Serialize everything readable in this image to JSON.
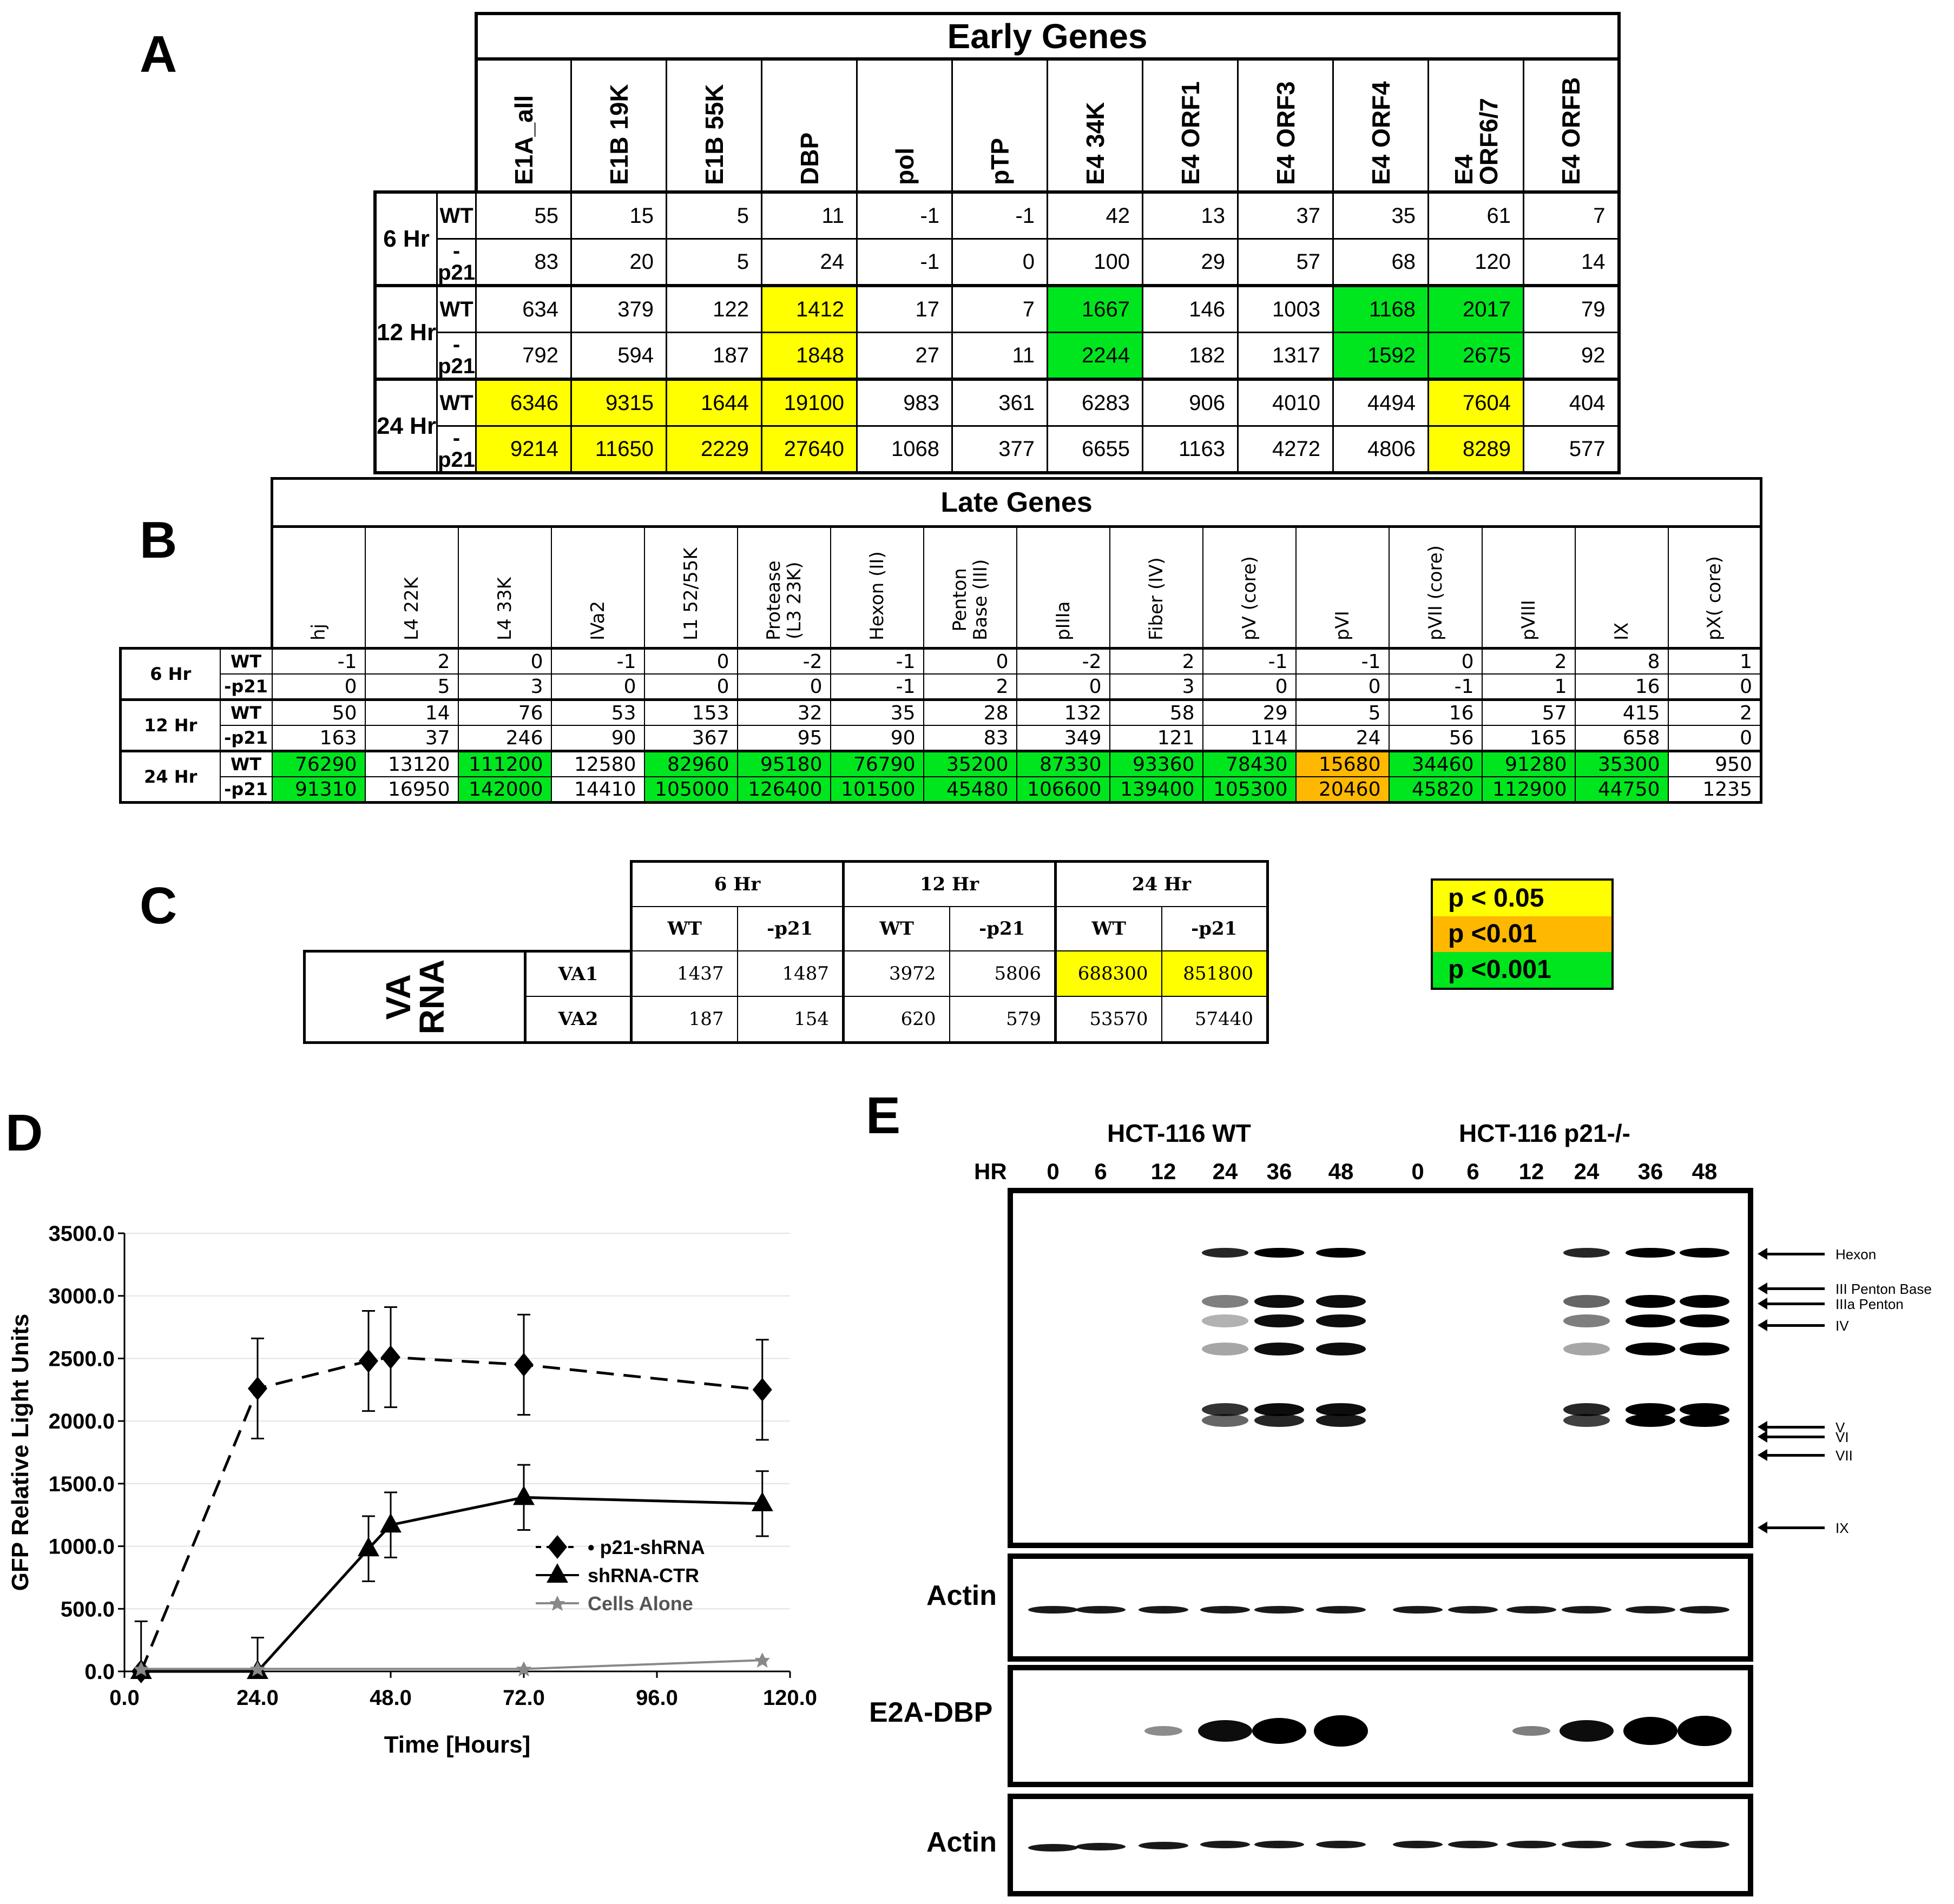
{
  "panels": {
    "A": "A",
    "B": "B",
    "C": "C",
    "D": "D",
    "E": "E"
  },
  "tableA": {
    "title": "Early Genes",
    "columns": [
      "E1A_all",
      "E1B 19K",
      "E1B 55K",
      "DBP",
      "pol",
      "pTP",
      "E4 34K",
      "E4 ORF1",
      "E4 ORF3",
      "E4 ORF4",
      "E4\nORF6/7",
      "E4 ORFB"
    ],
    "groups": [
      {
        "time": "6 Hr",
        "rows": [
          {
            "strain": "WT",
            "values": [
              "55",
              "15",
              "5",
              "11",
              "-1",
              "-1",
              "42",
              "13",
              "37",
              "35",
              "61",
              "7"
            ],
            "hl": [
              "",
              "",
              "",
              "",
              "",
              "",
              "",
              "",
              "",
              "",
              "",
              ""
            ]
          },
          {
            "strain": "-\np21",
            "values": [
              "83",
              "20",
              "5",
              "24",
              "-1",
              "0",
              "100",
              "29",
              "57",
              "68",
              "120",
              "14"
            ],
            "hl": [
              "",
              "",
              "",
              "",
              "",
              "",
              "",
              "",
              "",
              "",
              "",
              ""
            ]
          }
        ]
      },
      {
        "time": "12 Hr",
        "rows": [
          {
            "strain": "WT",
            "values": [
              "634",
              "379",
              "122",
              "1412",
              "17",
              "7",
              "1667",
              "146",
              "1003",
              "1168",
              "2017",
              "79"
            ],
            "hl": [
              "",
              "",
              "",
              "y",
              "",
              "",
              "g",
              "",
              "",
              "g",
              "g",
              ""
            ]
          },
          {
            "strain": "-\np21",
            "values": [
              "792",
              "594",
              "187",
              "1848",
              "27",
              "11",
              "2244",
              "182",
              "1317",
              "1592",
              "2675",
              "92"
            ],
            "hl": [
              "",
              "",
              "",
              "y",
              "",
              "",
              "g",
              "",
              "",
              "g",
              "g",
              ""
            ]
          }
        ]
      },
      {
        "time": "24 Hr",
        "rows": [
          {
            "strain": "WT",
            "values": [
              "6346",
              "9315",
              "1644",
              "19100",
              "983",
              "361",
              "6283",
              "906",
              "4010",
              "4494",
              "7604",
              "404"
            ],
            "hl": [
              "y",
              "y",
              "y",
              "y",
              "",
              "",
              "",
              "",
              "",
              "",
              "y",
              ""
            ]
          },
          {
            "strain": "-\np21",
            "values": [
              "9214",
              "11650",
              "2229",
              "27640",
              "1068",
              "377",
              "6655",
              "1163",
              "4272",
              "4806",
              "8289",
              "577"
            ],
            "hl": [
              "y",
              "y",
              "y",
              "y",
              "",
              "",
              "",
              "",
              "",
              "",
              "y",
              ""
            ]
          }
        ]
      }
    ]
  },
  "tableB": {
    "title": "Late Genes",
    "columns": [
      "hj",
      "L4 22K",
      "L4 33K",
      "IVa2",
      "L1 52/55K",
      "Protease\n(L3 23K)",
      "Hexon (II)",
      "Penton\nBase (III)",
      "pIIIa",
      "Fiber (IV)",
      "pV (core)",
      "pVI",
      "pVII (core)",
      "pVIII",
      "IX",
      "pX( core)"
    ],
    "groups": [
      {
        "time": "6 Hr",
        "rows": [
          {
            "strain": "WT",
            "values": [
              "-1",
              "2",
              "0",
              "-1",
              "0",
              "-2",
              "-1",
              "0",
              "-2",
              "2",
              "-1",
              "-1",
              "0",
              "2",
              "8",
              "1"
            ],
            "hl": [
              "",
              "",
              "",
              "",
              "",
              "",
              "",
              "",
              "",
              "",
              "",
              "",
              "",
              "",
              "",
              ""
            ]
          },
          {
            "strain": "-p21",
            "values": [
              "0",
              "5",
              "3",
              "0",
              "0",
              "0",
              "-1",
              "2",
              "0",
              "3",
              "0",
              "0",
              "-1",
              "1",
              "16",
              "0"
            ],
            "hl": [
              "",
              "",
              "",
              "",
              "",
              "",
              "",
              "",
              "",
              "",
              "",
              "",
              "",
              "",
              "",
              ""
            ]
          }
        ]
      },
      {
        "time": "12 Hr",
        "rows": [
          {
            "strain": "WT",
            "values": [
              "50",
              "14",
              "76",
              "53",
              "153",
              "32",
              "35",
              "28",
              "132",
              "58",
              "29",
              "5",
              "16",
              "57",
              "415",
              "2"
            ],
            "hl": [
              "",
              "",
              "",
              "",
              "",
              "",
              "",
              "",
              "",
              "",
              "",
              "",
              "",
              "",
              "",
              ""
            ]
          },
          {
            "strain": "-p21",
            "values": [
              "163",
              "37",
              "246",
              "90",
              "367",
              "95",
              "90",
              "83",
              "349",
              "121",
              "114",
              "24",
              "56",
              "165",
              "658",
              "0"
            ],
            "hl": [
              "",
              "",
              "",
              "",
              "",
              "",
              "",
              "",
              "",
              "",
              "",
              "",
              "",
              "",
              "",
              ""
            ]
          }
        ]
      },
      {
        "time": "24 Hr",
        "rows": [
          {
            "strain": "WT",
            "values": [
              "76290",
              "13120",
              "111200",
              "12580",
              "82960",
              "95180",
              "76790",
              "35200",
              "87330",
              "93360",
              "78430",
              "15680",
              "34460",
              "91280",
              "35300",
              "950"
            ],
            "hl": [
              "g",
              "",
              "g",
              "",
              "g",
              "g",
              "g",
              "g",
              "g",
              "g",
              "g",
              "o",
              "g",
              "g",
              "g",
              ""
            ]
          },
          {
            "strain": "-p21",
            "values": [
              "91310",
              "16950",
              "142000",
              "14410",
              "105000",
              "126400",
              "101500",
              "45480",
              "106600",
              "139400",
              "105300",
              "20460",
              "45820",
              "112900",
              "44750",
              "1235"
            ],
            "hl": [
              "g",
              "",
              "g",
              "",
              "g",
              "g",
              "g",
              "g",
              "g",
              "g",
              "g",
              "o",
              "g",
              "g",
              "g",
              ""
            ]
          }
        ]
      }
    ]
  },
  "tableC": {
    "times": [
      "6 Hr",
      "12 Hr",
      "24 Hr"
    ],
    "strains": [
      "WT",
      "-p21",
      "WT",
      "-p21",
      "WT",
      "-p21"
    ],
    "row_group": "VA\nRNA",
    "rows": [
      {
        "label": "VA1",
        "values": [
          "1437",
          "1487",
          "3972",
          "5806",
          "688300",
          "851800"
        ],
        "hl": [
          "",
          "",
          "",
          "",
          "y",
          "y"
        ]
      },
      {
        "label": "VA2",
        "values": [
          "187",
          "154",
          "620",
          "579",
          "53570",
          "57440"
        ],
        "hl": [
          "",
          "",
          "",
          "",
          "",
          ""
        ]
      }
    ]
  },
  "legend": [
    {
      "label": "p < 0.05",
      "color": "#ffff00"
    },
    {
      "label": "p <0.01",
      "color": "#ffb800"
    },
    {
      "label": "p <0.001",
      "color": "#00e61e"
    }
  ],
  "chart_data": {
    "type": "line",
    "title": "",
    "xlabel": "Time [Hours]",
    "ylabel": "GFP Relative Light Units",
    "xlim": [
      0,
      120
    ],
    "ylim": [
      0,
      3500
    ],
    "xticks": [
      "0.0",
      "24.0",
      "48.0",
      "72.0",
      "96.0",
      "120.0"
    ],
    "yticks": [
      "0.0",
      "500.0",
      "1000.0",
      "1500.0",
      "2000.0",
      "2500.0",
      "3000.0",
      "3500.0"
    ],
    "grid": "horizontal",
    "legend_position": "lower-right",
    "series": [
      {
        "name": "p21-shRNA",
        "style": "dashed",
        "marker": "diamond",
        "color": "#000000",
        "x": [
          3,
          24,
          44,
          48,
          72,
          115
        ],
        "y": [
          0,
          2260,
          2480,
          2510,
          2450,
          2250
        ],
        "err": [
          400,
          400,
          400,
          400,
          400,
          400
        ]
      },
      {
        "name": "shRNA-CTR",
        "style": "solid",
        "marker": "triangle",
        "color": "#000000",
        "x": [
          3,
          24,
          44,
          48,
          72,
          115
        ],
        "y": [
          0,
          0,
          980,
          1170,
          1390,
          1340
        ],
        "err": [
          0,
          270,
          260,
          260,
          260,
          260
        ]
      },
      {
        "name": "Cells Alone",
        "style": "solid",
        "marker": "star",
        "color": "#888888",
        "x": [
          3,
          24,
          72,
          115
        ],
        "y": [
          20,
          20,
          20,
          90
        ],
        "err": [
          0,
          0,
          0,
          0
        ]
      }
    ]
  },
  "panelE": {
    "group_labels": [
      "HCT-116  WT",
      "HCT-116 p21-/-"
    ],
    "hr_label": "HR",
    "lanes": [
      "0",
      "6",
      "12",
      "24",
      "36",
      "48",
      "0",
      "6",
      "12",
      "24",
      "36",
      "48"
    ],
    "band_labels": [
      "Hexon",
      "III Penton Base",
      "IIIa Penton",
      "IV",
      "V",
      "VI",
      "VII",
      "IX"
    ],
    "blot_labels": [
      "Actin",
      "E2A-DBP",
      "Actin"
    ]
  }
}
